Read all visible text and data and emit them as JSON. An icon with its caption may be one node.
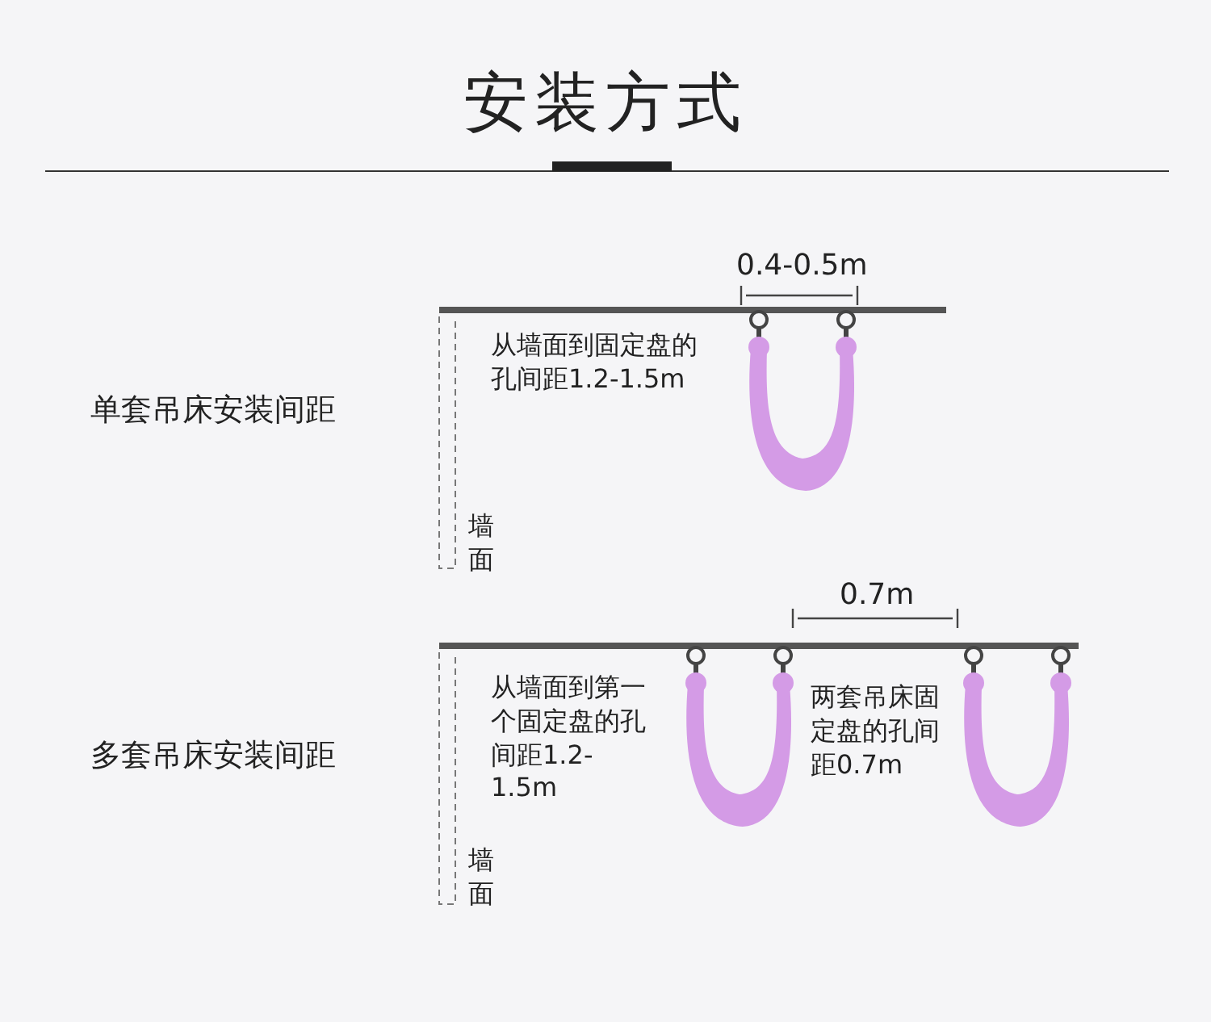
{
  "diagram": {
    "title": "安装方式",
    "labels": [
      "0.4-0.5m",
      "单套吊床安装间距",
      "从墙面到固定盘的孔间距1.2-1.5m",
      "墙面",
      "0.7m",
      "多套吊床安装间距",
      "从墙面到第一个固定盘的孔间距1.2-1.5m",
      "两套吊床固定盘的孔间距0.7m",
      "墙面"
    ]
  }
}
